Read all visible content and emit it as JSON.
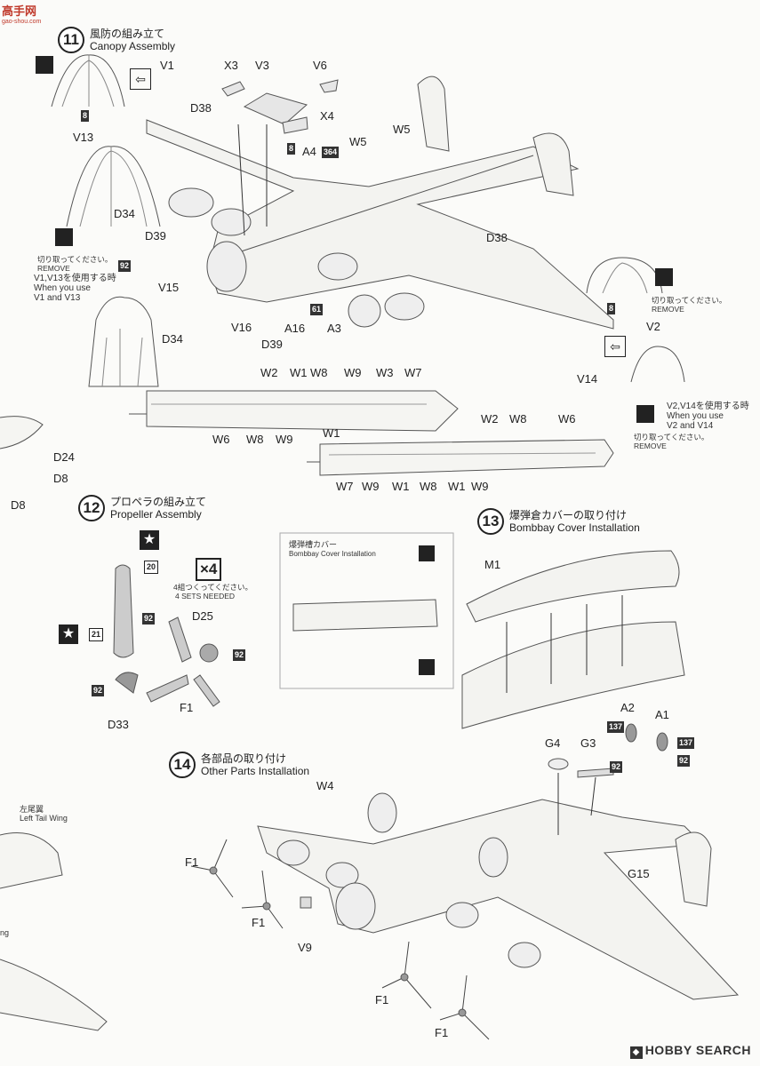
{
  "watermark": {
    "site": "高手网",
    "url": "gao-shou.com"
  },
  "steps": {
    "s11": {
      "num": "11",
      "jp": "風防の組み立て",
      "en": "Canopy Assembly"
    },
    "s12": {
      "num": "12",
      "jp": "プロペラの組み立て",
      "en": "Propeller Assembly"
    },
    "s13": {
      "num": "13",
      "jp": "爆弾倉カバーの取り付け",
      "en": "Bombbay Cover Installation"
    },
    "s14": {
      "num": "14",
      "jp": "各部品の取り付け",
      "en": "Other Parts Installation"
    }
  },
  "inset13": {
    "jp": "爆弾槽カバー",
    "en": "Bombbay Cover Installation"
  },
  "notes": {
    "remove1": {
      "jp": "切り取ってください。",
      "en": "REMOVE"
    },
    "use1": {
      "jp": "V1,V13を使用する時",
      "en1": "When you use",
      "en2": "V1 and V13"
    },
    "remove2": {
      "jp": "切り取ってください。",
      "en": "REMOVE"
    },
    "use2": {
      "jp": "V2,V14を使用する時",
      "en1": "When you use",
      "en2": "V2 and V14"
    },
    "remove3": {
      "jp": "切り取ってください。",
      "en": "REMOVE"
    },
    "sets": {
      "mult": "×4",
      "jp": "4組つくってください。",
      "en": "4 SETS NEEDED"
    },
    "tail": {
      "jp": "左尾翼",
      "en": "Left Tail Wing"
    },
    "cut_edge": "ng"
  },
  "parts": {
    "V1": "V1",
    "V13": "V13",
    "V15": "V15",
    "V16": "V16",
    "V2": "V2",
    "V14": "V14",
    "X3": "X3",
    "V3": "V3",
    "V6": "V6",
    "X4": "X4",
    "D38a": "D38",
    "D38b": "D38",
    "A4": "A4",
    "W5a": "W5",
    "W5b": "W5",
    "D34a": "D34",
    "D34b": "D34",
    "D39a": "D39",
    "D39b": "D39",
    "A16": "A16",
    "A3": "A3",
    "D24": "D24",
    "D8a": "D8",
    "D8b": "D8",
    "D25": "D25",
    "D33": "D33",
    "F1a": "F1",
    "M1": "M1",
    "A2": "A2",
    "A1": "A1",
    "G4": "G4",
    "G3": "G3",
    "G15": "G15",
    "W4": "W4",
    "V9": "V9",
    "F1b": "F1",
    "F1c": "F1",
    "F1d": "F1",
    "F1e": "F1"
  },
  "fuselage_labels": {
    "top1": [
      "W2",
      "W1",
      "W8",
      "W9",
      "W3",
      "W7"
    ],
    "bot1": [
      "W6",
      "W8",
      "W9",
      "W1"
    ],
    "top2": [
      "W2",
      "W8",
      "W6"
    ],
    "bot2": [
      "W7",
      "W9",
      "W1",
      "W8",
      "W1",
      "W9"
    ]
  },
  "badges": {
    "b8a": "8",
    "b8b": "8",
    "b8c": "8",
    "b364": "364",
    "b61": "61",
    "b92a": "92",
    "b92b": "92",
    "b92c": "92",
    "b92d": "92",
    "b92e": "92",
    "b92f": "92",
    "b20": "20",
    "b21": "21",
    "b137a": "137",
    "b137b": "137"
  },
  "footer": "HOBBY SEARCH"
}
